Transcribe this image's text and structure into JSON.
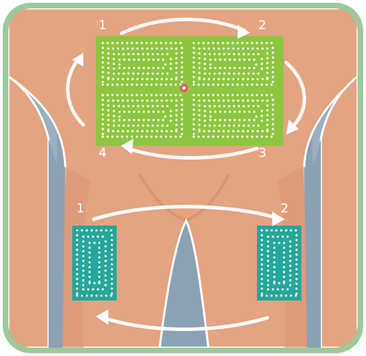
{
  "colors": {
    "frame": "#9cc99a",
    "background": "#8aa2b4",
    "skin": "#e4a381",
    "skin_shadow": "#d08e6f",
    "outline": "#ffffff",
    "abdomen_zone": "#8cc63f",
    "thigh_zone": "#23a79a",
    "dot": "#ffffff",
    "navel": "#e85a6a"
  },
  "abdomen": {
    "label_1": "1",
    "label_2": "2",
    "label_3": "3",
    "label_4": "4"
  },
  "thighs": {
    "label_1": "1",
    "label_2": "2"
  }
}
